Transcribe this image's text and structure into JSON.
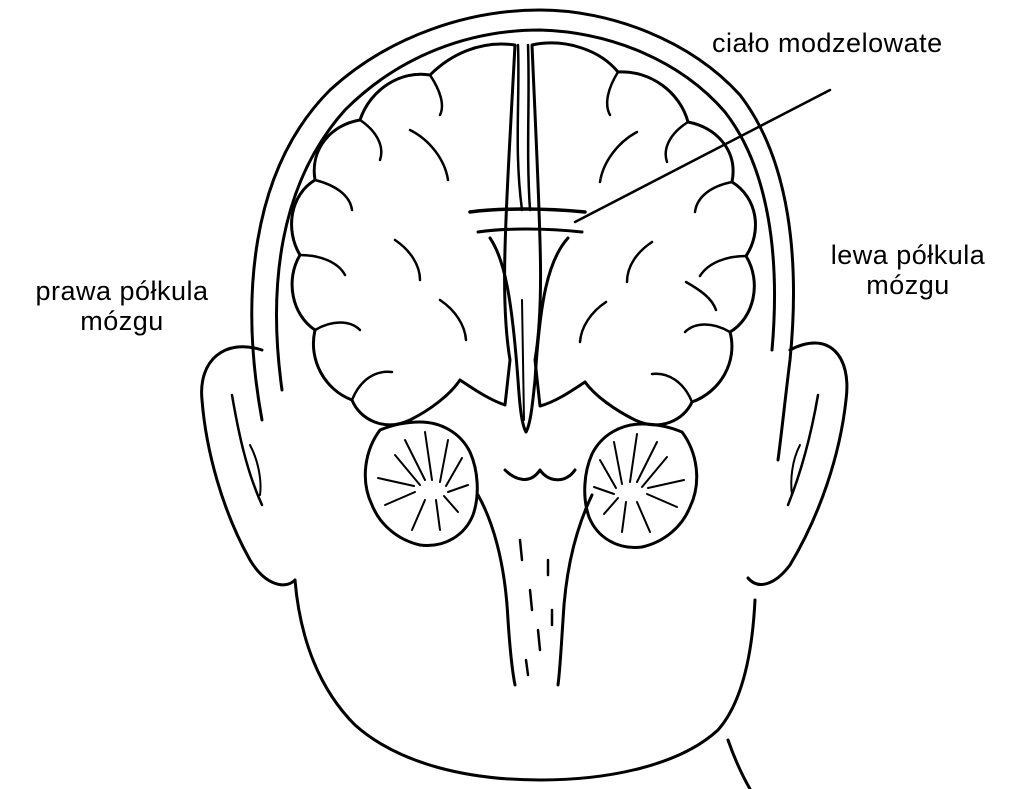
{
  "labels": {
    "corpus_callosum": "ciało modzelowate",
    "right_hemisphere_line1": "prawa półkula",
    "right_hemisphere_line2": "mózgu",
    "left_hemisphere_line1": "lewa półkula",
    "left_hemisphere_line2": "mózgu"
  },
  "colors": {
    "ink": "#000000",
    "paper": "#ffffff"
  }
}
